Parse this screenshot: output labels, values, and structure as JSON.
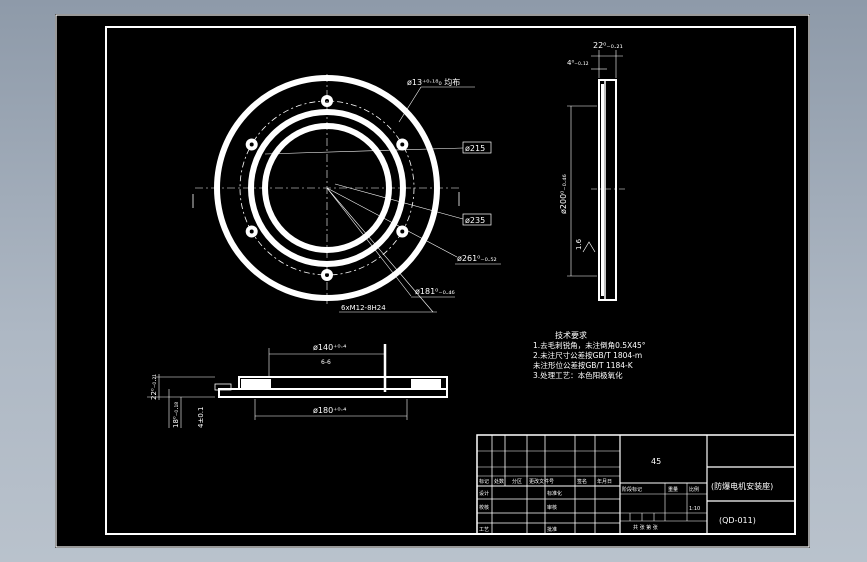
{
  "front_view": {
    "labels": {
      "holes": "ø13⁺⁰·¹⁸₀ 均布",
      "d215": "ø215",
      "d235": "ø235",
      "d261": "ø261⁰₋₀.₅₂",
      "d181": "ø181⁰₋₀.₄₆",
      "thread": "6xM12-8H24"
    }
  },
  "side_view": {
    "labels": {
      "width": "22⁰₋₀.₂₁",
      "step": "4⁰₋₀.₁₂",
      "d200": "ø200⁰₋₀.₄₆",
      "roughness": "1.6"
    }
  },
  "section_view": {
    "labels": {
      "d140": "ø140⁺⁰·⁴",
      "d180": "ø180⁺⁰·⁴",
      "section": "6-6",
      "h22": "22⁰₋₀.₂₁",
      "h18": "18⁰₋₀.₁₈",
      "h4": "4±0.1"
    }
  },
  "notes": {
    "title": "技术要求",
    "lines": [
      "1.去毛刺锐角，未注倒角0.5X45°",
      "2.未注尺寸公差按GB/T 1804-m",
      "  未注形位公差按GB/T 1184-K",
      "3.处理工艺：本色阳极氧化"
    ]
  },
  "title_block": {
    "material": "45",
    "part_name": "(防爆电机安装座)",
    "drawing_no": "(QD-011)",
    "scale": "1:10",
    "rows": [
      [
        "标记",
        "处数",
        "分区",
        "更改文件号",
        "签名",
        "年月日"
      ],
      [
        "设计",
        "",
        "",
        "标准化",
        "",
        ""
      ],
      [
        "校核",
        "",
        "",
        "审核",
        "",
        ""
      ],
      [
        "工艺",
        "",
        "",
        "批准",
        "",
        ""
      ]
    ],
    "stage_header": [
      "阶段标记",
      "重量",
      "比例"
    ],
    "sheet_info": "共 张 第 张"
  },
  "colors": {
    "sheet": "#000000",
    "ink": "#ffffff",
    "background": "#a4afbc"
  }
}
